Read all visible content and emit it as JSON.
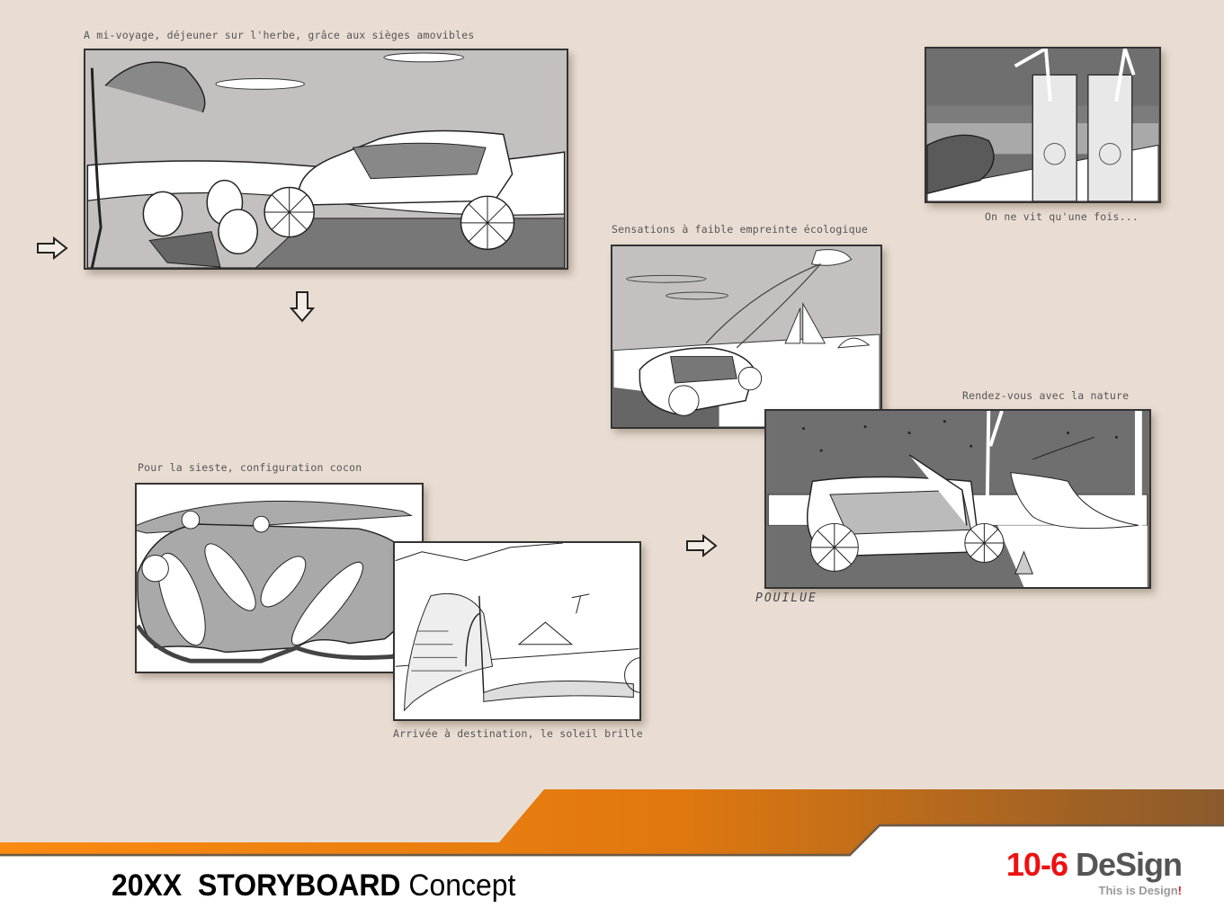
{
  "storyboard": {
    "panels": [
      {
        "id": "picnic",
        "caption": "A mi-voyage, déjeuner sur l'herbe, grâce aux sièges amovibles"
      },
      {
        "id": "drinks",
        "caption": "On ne vit qu'une fois..."
      },
      {
        "id": "kite",
        "caption": "Sensations à faible empreinte écologique"
      },
      {
        "id": "nature",
        "caption": "Rendez-vous avec la nature"
      },
      {
        "id": "cocoon",
        "caption": "Pour la sieste, configuration cocon"
      },
      {
        "id": "arrival",
        "caption": "Arrivée à destination, le soleil brille"
      }
    ],
    "signature": "POUILUE",
    "arrows": [
      "arrow-right-icon",
      "arrow-down-icon",
      "arrow-right-icon"
    ]
  },
  "footer": {
    "title_year": "20XX",
    "title_bold": "STORYBOARD",
    "title_light": "Concept",
    "logo_number": "10-6",
    "logo_name": "DeSign",
    "tagline": "This is Design",
    "tagline_excl": "!"
  },
  "colors": {
    "background": "#e9ddd3",
    "orange_band": "#f28a0f",
    "brown_band": "#8a5a2c",
    "logo_red": "#ee1111",
    "logo_gray": "#555555"
  }
}
